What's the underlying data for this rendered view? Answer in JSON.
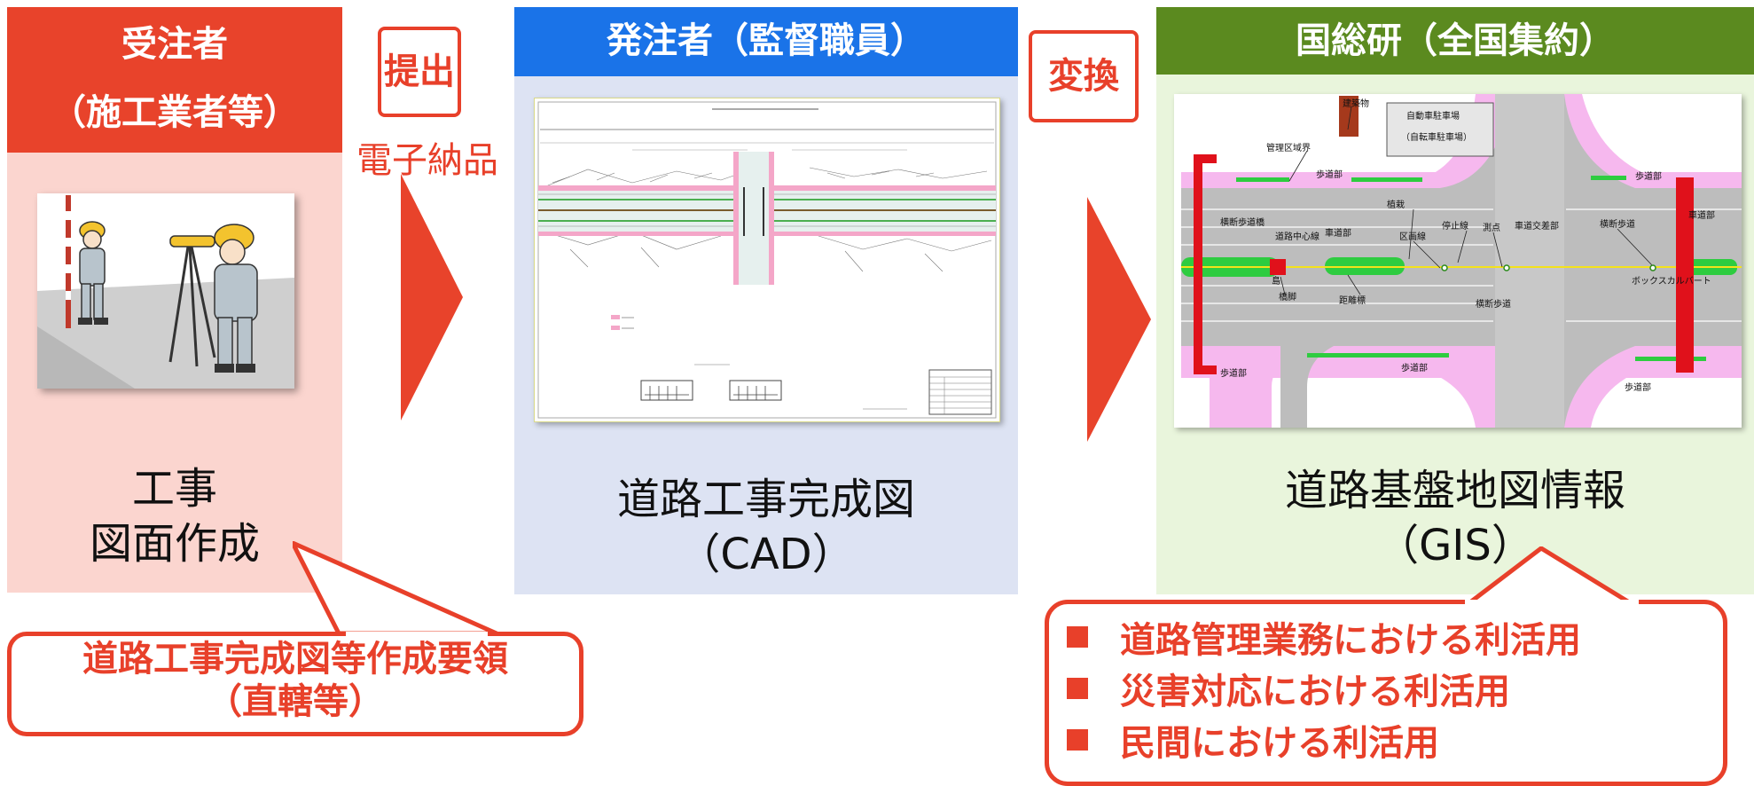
{
  "contractor": {
    "header_line1": "受注者",
    "header_line2": "（施工業者等）",
    "caption_line1": "工事",
    "caption_line2": "図面作成"
  },
  "submit": {
    "tag": "提出",
    "label": "電子納品"
  },
  "orderer": {
    "header": "発注者（監督職員）",
    "caption_line1": "道路工事完成図",
    "caption_line2": "（CAD）"
  },
  "convert": {
    "tag": "変換"
  },
  "nilim": {
    "header": "国総研（全国集約）",
    "caption_line1": "道路基盤地図情報",
    "caption_line2": "（GIS）"
  },
  "guideline_callout": {
    "line1": "道路工事完成図等作成要領",
    "line2": "（直轄等）"
  },
  "uses_callout": {
    "items": [
      "道路管理業務における利活用",
      "災害対応における利活用",
      "民間における利活用"
    ]
  },
  "gis_map": {
    "labels": {
      "building": "建築物",
      "parking1": "自動車駐車場",
      "parking2": "（自転車駐車場）",
      "boundary": "管理区域界",
      "sidewalk": "歩道部",
      "crosswalk": "横断歩道橋",
      "centerline": "道路中心線",
      "carriageway": "車道部",
      "planting": "植栽",
      "median": "区画線",
      "stopline": "停止線",
      "point": "測点",
      "intersection": "車道交差部",
      "crossing": "横断歩道",
      "pier": "橋脚",
      "distance": "距離標",
      "box": "ボックスカルバート",
      "island": "島"
    }
  },
  "colors": {
    "contractor_header": "#e8432b",
    "contractor_panel": "#fbd5cf",
    "orderer_header": "#1a73e8",
    "orderer_panel": "#dde3f3",
    "nilim_header": "#5b8a1f",
    "nilim_panel": "#e9f5dc",
    "arrow": "#e8432b"
  }
}
